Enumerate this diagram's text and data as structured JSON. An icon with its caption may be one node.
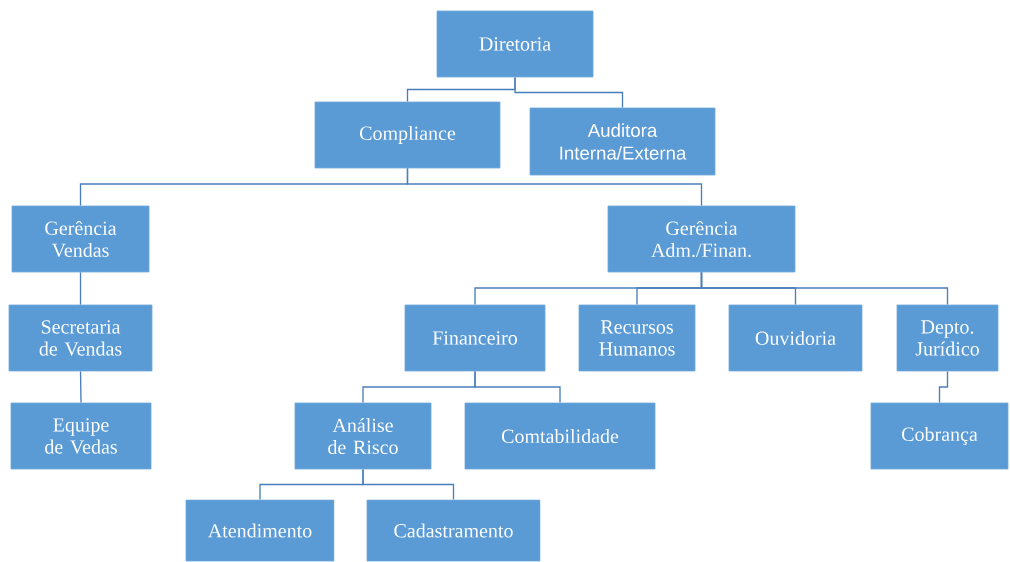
{
  "diagram": {
    "nodes": [
      {
        "text": [
          "Diretoria"
        ]
      },
      {
        "text": [
          "Compliance"
        ]
      },
      {
        "text": [
          "Auditora Interna/Externa"
        ]
      },
      {
        "text": [
          "Gerência Vendas"
        ]
      },
      {
        "text": [
          "Gerência Adm./Finan."
        ]
      },
      {
        "text": [
          "Secretaria de Vendas"
        ]
      },
      {
        "text": [
          "Financeiro"
        ]
      },
      {
        "text": [
          "Recursos Humanos"
        ]
      },
      {
        "text": [
          "Ouvidoria"
        ]
      },
      {
        "text": [
          "Depto. Jurídico"
        ]
      },
      {
        "text": [
          "Equipe de Vedas"
        ]
      },
      {
        "text": [
          "Análise de Risco"
        ]
      },
      {
        "text": [
          "Comtabilidade"
        ]
      },
      {
        "text": [
          "Cobrança"
        ]
      },
      {
        "text": [
          "Atendimento"
        ]
      },
      {
        "text": [
          "Cadastramento"
        ]
      }
    ],
    "edges": [
      {
        "from": 0,
        "to": 1,
        "arrow": "none"
      },
      {
        "from": 0,
        "to": 2,
        "arrow": "none"
      },
      {
        "from": 1,
        "to": 3,
        "arrow": "none"
      },
      {
        "from": 1,
        "to": 4,
        "arrow": "none"
      },
      {
        "from": 3,
        "to": 5,
        "arrow": "none"
      },
      {
        "from": 5,
        "to": 10,
        "arrow": "none"
      },
      {
        "from": 4,
        "to": 6,
        "arrow": "none"
      },
      {
        "from": 4,
        "to": 7,
        "arrow": "none"
      },
      {
        "from": 4,
        "to": 8,
        "arrow": "none"
      },
      {
        "from": 4,
        "to": 9,
        "arrow": "none"
      },
      {
        "from": 6,
        "to": 11,
        "arrow": "none"
      },
      {
        "from": 6,
        "to": 12,
        "arrow": "none"
      },
      {
        "from": 9,
        "to": 13,
        "arrow": "none"
      },
      {
        "from": 11,
        "to": 14,
        "arrow": "none"
      },
      {
        "from": 11,
        "to": 15,
        "arrow": "none"
      }
    ]
  }
}
